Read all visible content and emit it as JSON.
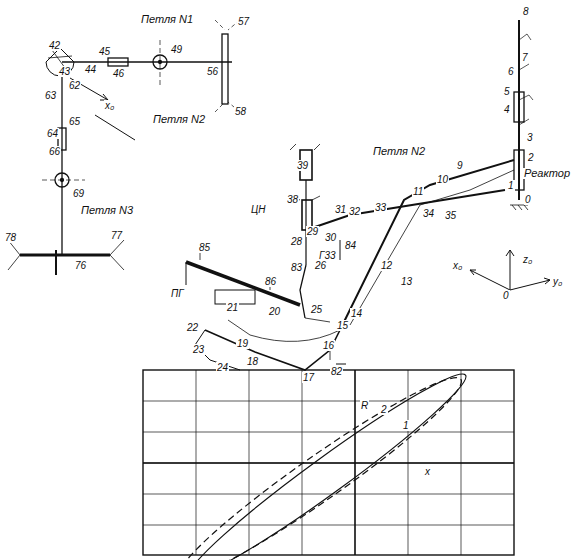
{
  "diagram": {
    "labels": [
      "Петля N1",
      "Петля N2",
      "Петля N3",
      "x₀",
      "42",
      "43",
      "44",
      "45",
      "46",
      "49",
      "56",
      "57",
      "58",
      "62",
      "63",
      "64",
      "65",
      "66",
      "69",
      "78",
      "76",
      "77",
      "8",
      "7",
      "6",
      "5",
      "4",
      "3",
      "2",
      "Реактор",
      "1",
      "0",
      "10",
      "9",
      "11",
      "12",
      "13",
      "14",
      "15",
      "16",
      "17",
      "18",
      "19",
      "20",
      "21",
      "22",
      "23",
      "24",
      "25",
      "26",
      "83",
      "84",
      "Г33",
      "30",
      "31",
      "32",
      "33",
      "34",
      "35",
      "38",
      "39",
      "ЦН",
      "29",
      "28",
      "85",
      "86",
      "82",
      "ПГ",
      "Петля N2",
      "z₀",
      "x₀",
      "y₀",
      "0",
      "R",
      "x",
      "2",
      "1"
    ]
  }
}
